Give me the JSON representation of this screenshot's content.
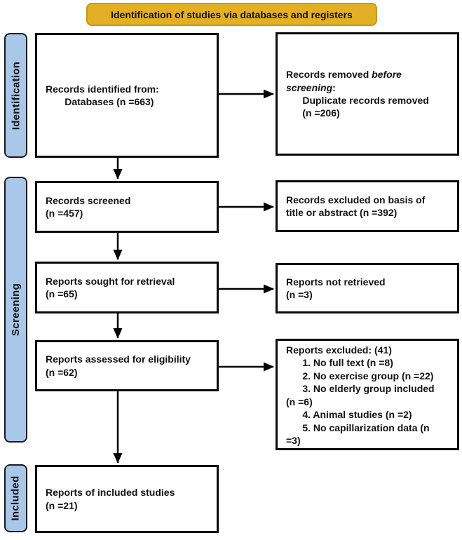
{
  "header": {
    "title": "Identification of studies via databases and registers"
  },
  "colors": {
    "banner_bg": "#e2b022",
    "banner_border": "#c6971c",
    "sidebar_bg": "#a9c7e9",
    "box_border": "#0a0a0a",
    "arrow": "#000000"
  },
  "sidebars": {
    "identification": "Identification",
    "screening": "Screening",
    "included": "Included"
  },
  "boxes": {
    "records_identified": "Records identified from:\n       Databases (n =663)",
    "records_removed_prefix": "Records removed ",
    "records_removed_italic": "before\nscreening",
    "records_removed_rest": ":\n      Duplicate records removed\n      (n =206)",
    "records_screened": "Records screened\n(n =457)",
    "records_excluded_title_abstract": "Records excluded on basis of\ntitle or abstract (n =392)",
    "reports_sought": "Reports sought for retrieval\n(n =65)",
    "reports_not_retrieved": "Reports not retrieved\n(n =3)",
    "reports_assessed": "Reports assessed for eligibility\n(n =62)",
    "reports_excluded": "Reports excluded: (41)\n      1. No full text (n =8)\n      2. No exercise group (n =22)\n      3. No elderly group included\n(n =6)\n      4. Animal studies (n =2)\n      5. No capillarization data (n\n=3)",
    "reports_included": "Reports of included studies\n(n =21)"
  }
}
